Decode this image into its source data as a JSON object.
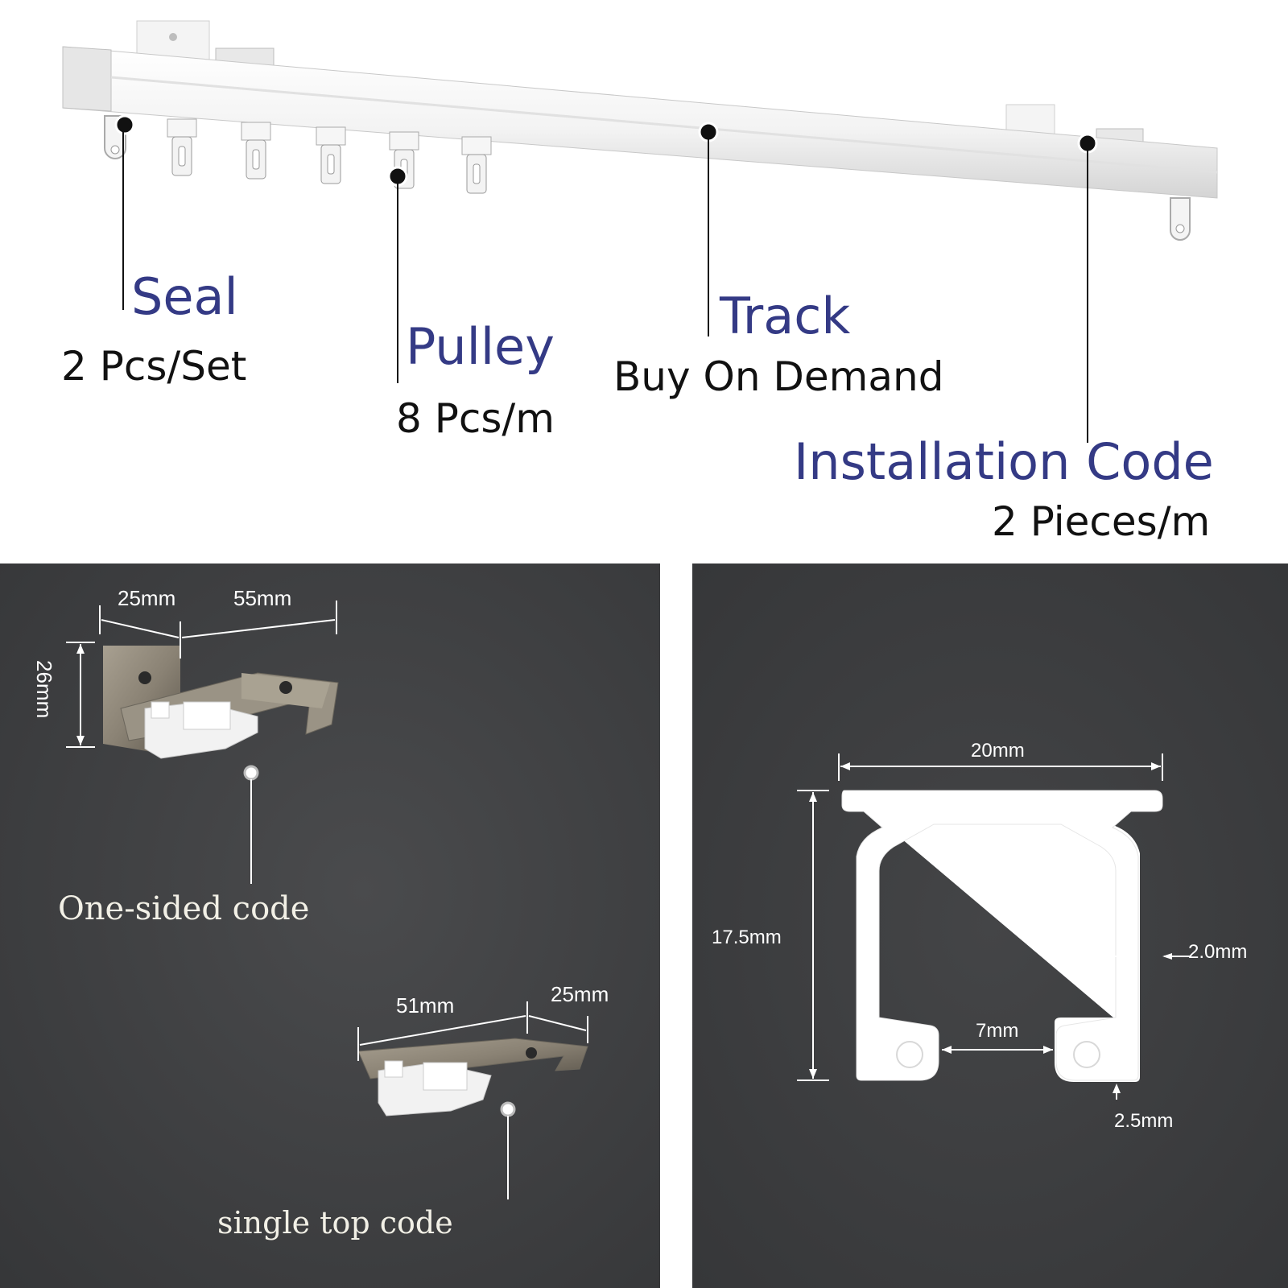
{
  "top": {
    "seal": {
      "name": "Seal",
      "qty": "2 Pcs/Set"
    },
    "pulley": {
      "name": "Pulley",
      "qty": "8 Pcs/m"
    },
    "track": {
      "name": "Track",
      "qty": "Buy On Demand"
    },
    "installation_code": {
      "name": "Installation Code",
      "qty": "2 Pieces/m"
    }
  },
  "left_panel": {
    "one_sided": {
      "label": "One-sided code",
      "dim_width_left": "25mm",
      "dim_width_right": "55mm",
      "dim_height": "26mm"
    },
    "single_top": {
      "label": "single top code",
      "dim_length": "51mm",
      "dim_width": "25mm"
    }
  },
  "right_panel": {
    "dim_top_width": "20mm",
    "dim_height": "17.5mm",
    "dim_wall": "2.0mm",
    "dim_slot": "7mm",
    "dim_bottom": "2.5mm"
  },
  "colors": {
    "label_blue": "#343a85",
    "panel_dark": "#3c3d3f",
    "profile_white": "#ffffff",
    "bracket_metal": "#8f887b"
  }
}
